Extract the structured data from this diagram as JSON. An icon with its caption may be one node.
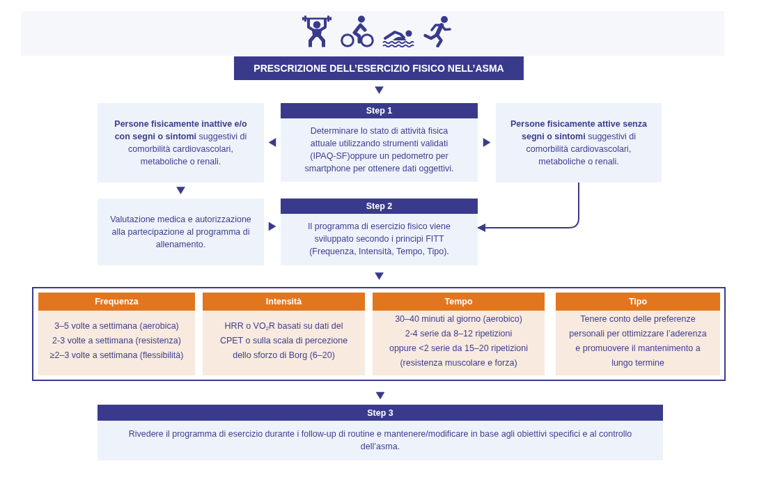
{
  "diagram": {
    "nodes": [
      {
        "text": [
          "PRESCRIZIONE DELL’ESERCIZIO FISICO NELL’ASMA"
        ]
      },
      {
        "text": [
          "Step 1",
          "Determinare lo stato di attività fisica attuale utilizzando strumenti validati (IPAQ-SF)oppure un pedometro per smartphone per ottenere dati oggettivi."
        ]
      },
      {
        "text": [
          "**Persone fisicamente inattive e/o con segni o sintomi** suggestivi di comorbilità cardiovascolari, metaboliche o renali."
        ]
      },
      {
        "text": [
          "**Persone fisicamente attive senza segni o sintomi** suggestivi di comorbilità cardiovascolari, metaboliche o renali."
        ]
      },
      {
        "text": [
          "Valutazione medica e autorizzazione alla partecipazione al programma di allenamento."
        ]
      },
      {
        "text": [
          "Step 2",
          "Il programma di esercizio fisico viene sviluppato secondo i principi FITT (Frequenza, Intensità, Tempo, Tipo)."
        ]
      },
      {
        "text": [],
        "shape": "box"
      },
      {
        "text": [
          "Frequenza",
          "3–5 volte a settimana (aerobica)",
          "2-3 volte a settimana (resistenza)",
          "≥2–3 volte a settimana (flessibilità)"
        ],
        "in": 6
      },
      {
        "text": [
          "Intensità",
          "HRR o VO$_{2}$R basati su dati del CPET o sulla scala di percezione dello sforzo di Borg (6–20)"
        ],
        "in": 6
      },
      {
        "text": [
          "Tempo",
          "30–40 minuti al giorno (aerobico)",
          "2-4 serie da 8–12 ripetizioni",
          "oppure <2 serie da 15–20 ripetizioni",
          "(resistenza muscolare e forza)"
        ],
        "in": 6
      },
      {
        "text": [
          "Tipo",
          "Tenere conto delle preferenze personali per ottimizzare l’aderenza e promuovere il mantenimento a lungo termine"
        ],
        "in": 6
      },
      {
        "text": [
          "Step 3",
          "Rivedere il programma di esercizio durante i follow-up di routine e mantenere/modificare in base agli obiettivi specifici e al controllo dell’asma."
        ]
      }
    ],
    "edges": [
      {
        "from": 0,
        "to": 1,
        "arrow": "to"
      },
      {
        "from": 1,
        "to": 2,
        "arrow": "to"
      },
      {
        "from": 1,
        "to": 3,
        "arrow": "to"
      },
      {
        "from": 2,
        "to": 4,
        "arrow": "to"
      },
      {
        "from": 4,
        "to": 5,
        "arrow": "to"
      },
      {
        "from": 3,
        "to": 5,
        "arrow": "to"
      },
      {
        "from": 5,
        "to": 6,
        "arrow": "to"
      },
      {
        "from": 6,
        "to": 11,
        "arrow": "to"
      }
    ]
  }
}
